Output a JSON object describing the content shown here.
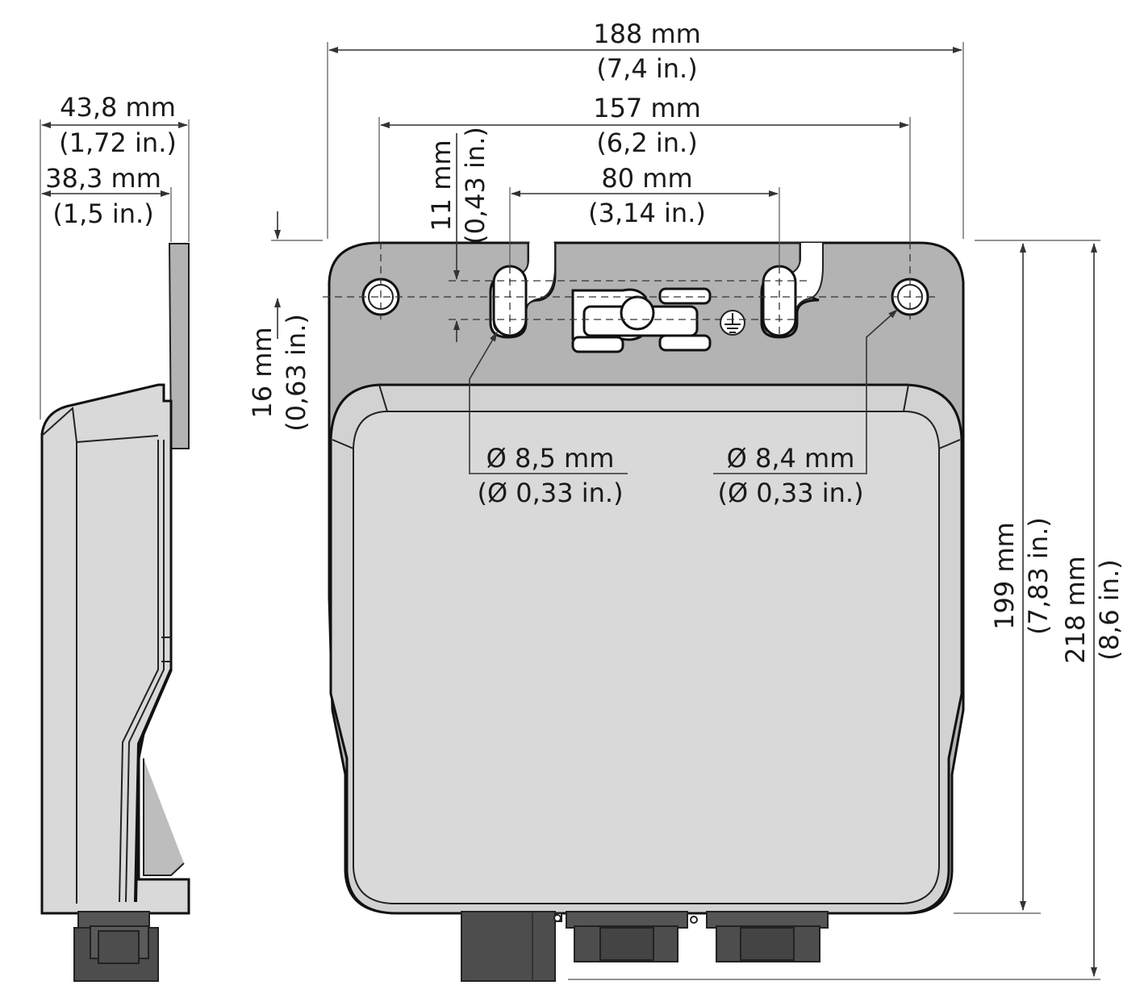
{
  "colors": {
    "housing_light": "#d9d9d9",
    "mounting_plate": "#b3b3b3",
    "connector_dark": "#4d4d4d",
    "dimension_line": "#333333"
  },
  "side_view": {
    "total_depth": {
      "value": "43,8 mm",
      "inches": "(1,72 in.)"
    },
    "body_depth": {
      "value": "38,3 mm",
      "inches": "(1,5 in.)"
    }
  },
  "front_view": {
    "total_width": {
      "value": "188 mm",
      "inches": "(7,4 in.)"
    },
    "hole_spacing_outer": {
      "value": "157 mm",
      "inches": "(6,2 in.)"
    },
    "hole_spacing_inner": {
      "value": "80 mm",
      "inches": "(3,14 in.)"
    },
    "slot_length": {
      "value": "11 mm",
      "inches": "(0,43 in.)"
    },
    "hole_offset_top": {
      "value": "16 mm",
      "inches": "(0,63 in.)"
    },
    "slot_hole_diameter": {
      "value": "Ø 8,5 mm",
      "inches": "(Ø 0,33 in.)"
    },
    "round_hole_diameter": {
      "value": "Ø 8,4 mm",
      "inches": "(Ø 0,33 in.)"
    },
    "body_height": {
      "value": "199 mm",
      "inches": "(7,83 in.)"
    },
    "total_height": {
      "value": "218 mm",
      "inches": "(8,6 in.)"
    }
  }
}
